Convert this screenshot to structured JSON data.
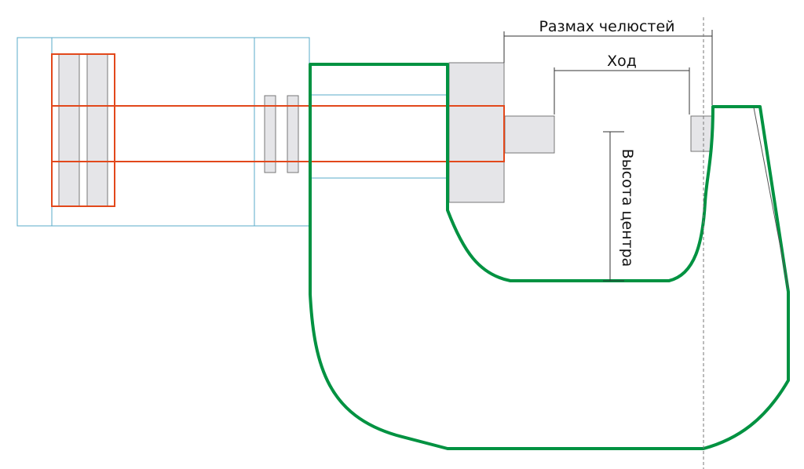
{
  "diagram": {
    "type": "caliper-jaw-dimension-diagram",
    "labels": {
      "jaw_span": "Размах челюстей",
      "travel": "Ход",
      "center_height": "Высота центра"
    },
    "colors": {
      "frame": "#009241",
      "mechanism": "#e2481b",
      "housing": "#5aabc8",
      "parts_fill": "#e5e5e8",
      "parts_stroke": "#777777",
      "dimension": "#333333",
      "text": "#111111"
    }
  }
}
